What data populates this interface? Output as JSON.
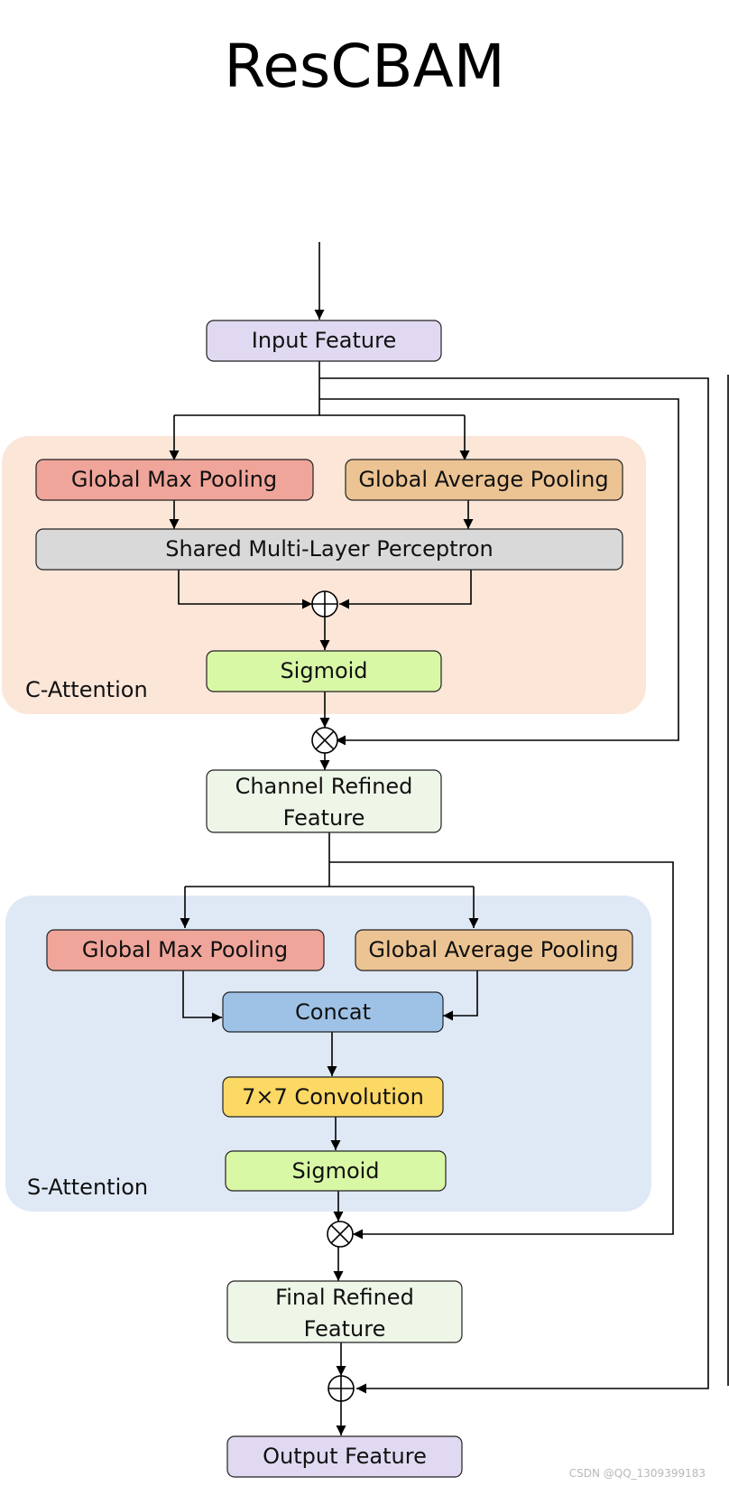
{
  "title": "ResCBAM",
  "colors": {
    "input": "#e0d9f1",
    "max_pool": "#f0a59a",
    "avg_pool": "#ecc493",
    "mlp": "#d9d9d9",
    "sigmoid": "#d9f8a6",
    "refined": "#eef6e8",
    "concat": "#9ec2e6",
    "conv": "#fcd864",
    "c_region": "#fbe6d8",
    "s_region": "#dfe9f5"
  },
  "nodes": {
    "input_feature": "Input Feature",
    "c_max_pool": "Global Max Pooling",
    "c_avg_pool": "Global Average Pooling",
    "mlp": "Shared Multi-Layer Perceptron",
    "c_sigmoid": "Sigmoid",
    "channel_refined": [
      "Channel Refined",
      "Feature"
    ],
    "s_max_pool": "Global Max Pooling",
    "s_avg_pool": "Global Average Pooling",
    "concat": "Concat",
    "conv": "7×7 Convolution",
    "s_sigmoid": "Sigmoid",
    "final_refined": [
      "Final Refined",
      "Feature"
    ],
    "output_feature": "Output Feature"
  },
  "regions": {
    "c_attention": "C-Attention",
    "s_attention": "S-Attention"
  },
  "watermark": "CSDN @QQ_1309399183"
}
